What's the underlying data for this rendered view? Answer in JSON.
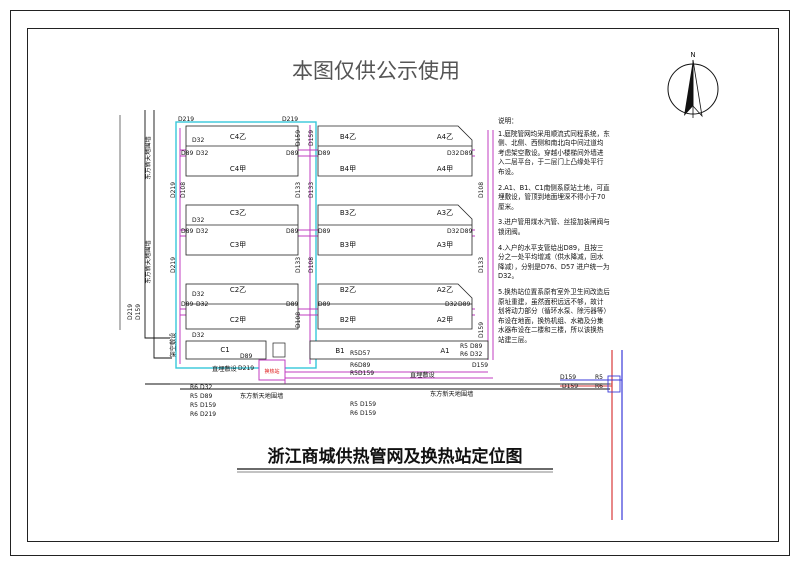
{
  "watermark": "本图仅供公示使用",
  "title": "浙江商城供热管网及换热站定位图",
  "north": "N",
  "notes": {
    "heading": "说明：",
    "items": [
      "1.庭院管网均采用顺流式同程系统，东侧、北侧、西侧和南北向中间过道均考虑架空敷设。穿越小楼梯间外墙进入二层平台，于二层门上凸缘处平行布设。",
      "2.A1、B1、C1南侧系原站土地，可直埋敷设，管顶到地面埋深不得小于70厘米。",
      "3.进户管用煤水汽管、丝接加装闸阀与锁闭阀。",
      "4.入户的水平支管给出D89，且按三分之一处平均增减（供水降减，回水降减），分别是D76、D57 进户统一为D32。",
      "5.换热站位置系原有室外卫生间改造后原址重建，虽然面积远远不够，故计划将动力部分（循环水泵、除污器等）布设在地面，换热机组、水箱及分集水器布设在二楼和三楼，所以该换热站建三层。"
    ]
  },
  "buildings": {
    "c4y": "C4乙",
    "c4j": "C4甲",
    "c3y": "C3乙",
    "c3j": "C3甲",
    "c2y": "C2乙",
    "c2j": "C2甲",
    "c1": "C1",
    "b4y": "B4乙",
    "b4j": "B4甲",
    "a4y": "A4乙",
    "a4j": "A4甲",
    "b3y": "B3乙",
    "b3j": "B3甲",
    "a3y": "A3乙",
    "a3j": "A3甲",
    "b2y": "B2乙",
    "b2j": "B2甲",
    "a2y": "A2乙",
    "a2j": "A2甲",
    "b1": "B1",
    "a1": "A1"
  },
  "site": {
    "east_wall_1": "东方新天地围墙",
    "east_wall_2": "东方新天地围墙",
    "south_wall_1": "东方新天地围墙",
    "south_wall_2": "东方新天地围墙",
    "overhead": "架空敷设",
    "buried_1": "直埋敷设",
    "buried_2": "直埋敷设",
    "station": "换热站"
  },
  "pipes": {
    "d219": "D219",
    "d159": "D159",
    "d133": "D133",
    "d108": "D108",
    "d89": "D89",
    "d32": "D32",
    "d57": "D57",
    "r6": "R6",
    "r5": "R5"
  }
}
